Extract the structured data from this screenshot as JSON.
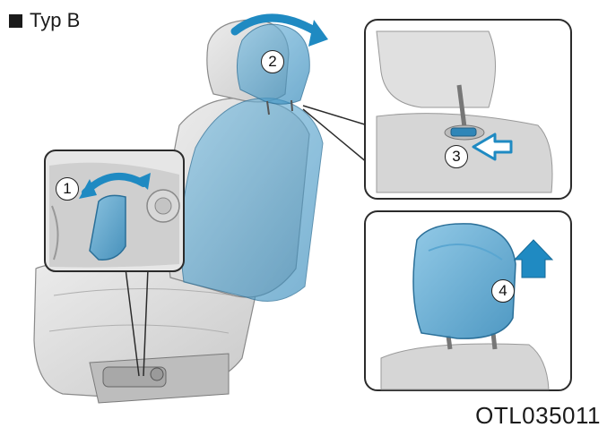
{
  "type_label": "Typ B",
  "figure_code": "OTL035011",
  "steps": [
    {
      "number": "1",
      "action": "rotate-lever"
    },
    {
      "number": "2",
      "action": "tilt-headrest"
    },
    {
      "number": "3",
      "action": "press-release-button"
    },
    {
      "number": "4",
      "action": "pull-headrest-up"
    }
  ],
  "colors": {
    "seat_grey": "#d8d8d8",
    "seat_outline": "#8a8a8a",
    "highlight_blue": "#4a9cc9",
    "arrow_blue": "#1f8ac2",
    "panel_border": "#2b2b2b"
  }
}
